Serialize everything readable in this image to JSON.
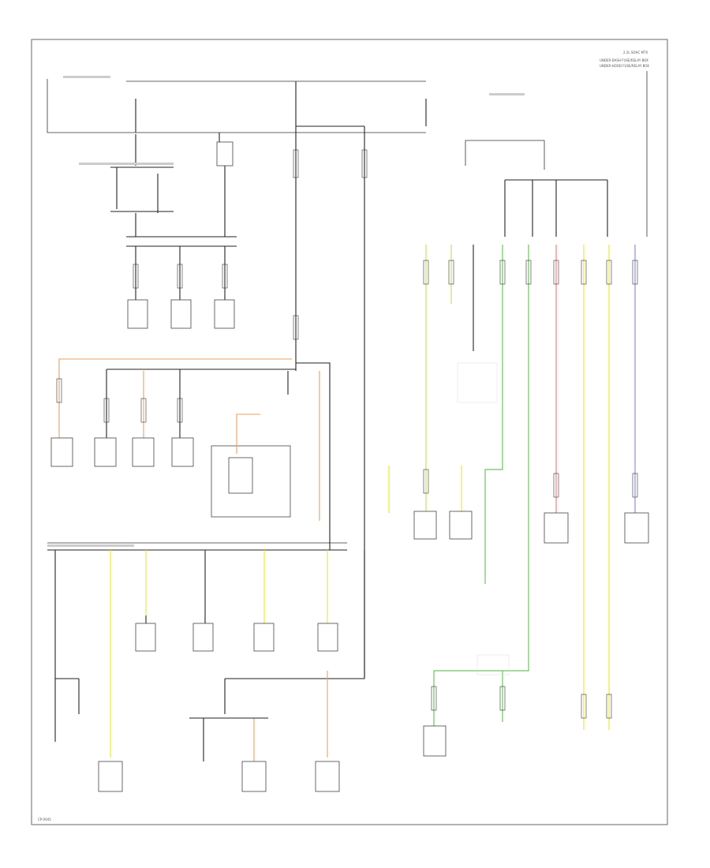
{
  "diagram": {
    "header_right": [
      "2.2L SOHC MTX",
      "UNDER-DASH FUSE/RELAY BOX",
      "UNDER-HOOD FUSE/RELAY BOX"
    ],
    "footer_left": "CP-0045",
    "colors": {
      "black": "#222222",
      "orange": "#e8a060",
      "yellow": "#e8e830",
      "yellow_green": "#c8e060",
      "green": "#70c060",
      "pink": "#f08080",
      "blue": "#9090e0",
      "frame": "#666666"
    }
  }
}
